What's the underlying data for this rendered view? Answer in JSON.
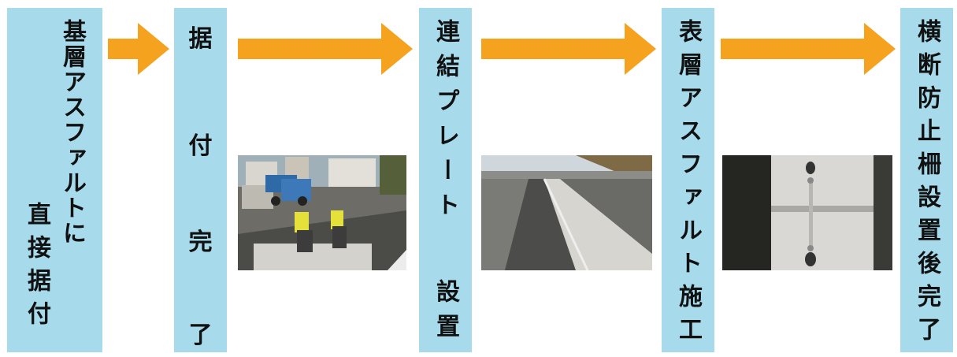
{
  "steps": [
    {
      "col1": "基層アスファルトに",
      "col2": "直接据付"
    },
    {
      "chars": [
        "据",
        "付",
        "完",
        "了"
      ]
    },
    {
      "top": "連結プレート",
      "bottom": "設置"
    },
    {
      "text": "表層アスファルト施工"
    },
    {
      "text": "横断防止柵設置後完了"
    }
  ],
  "colors": {
    "box": "#a7dbec",
    "arrow": "#f5a21e"
  },
  "photos": [
    {
      "id": "photo-1-workers-installing-barrier",
      "alt": "Workers placing concrete barrier blocks with truck in background"
    },
    {
      "id": "photo-2-barrier-row-road",
      "alt": "Row of concrete barrier blocks along road"
    },
    {
      "id": "photo-3-connection-plate",
      "alt": "Close-up of connection plate between barrier blocks"
    }
  ]
}
